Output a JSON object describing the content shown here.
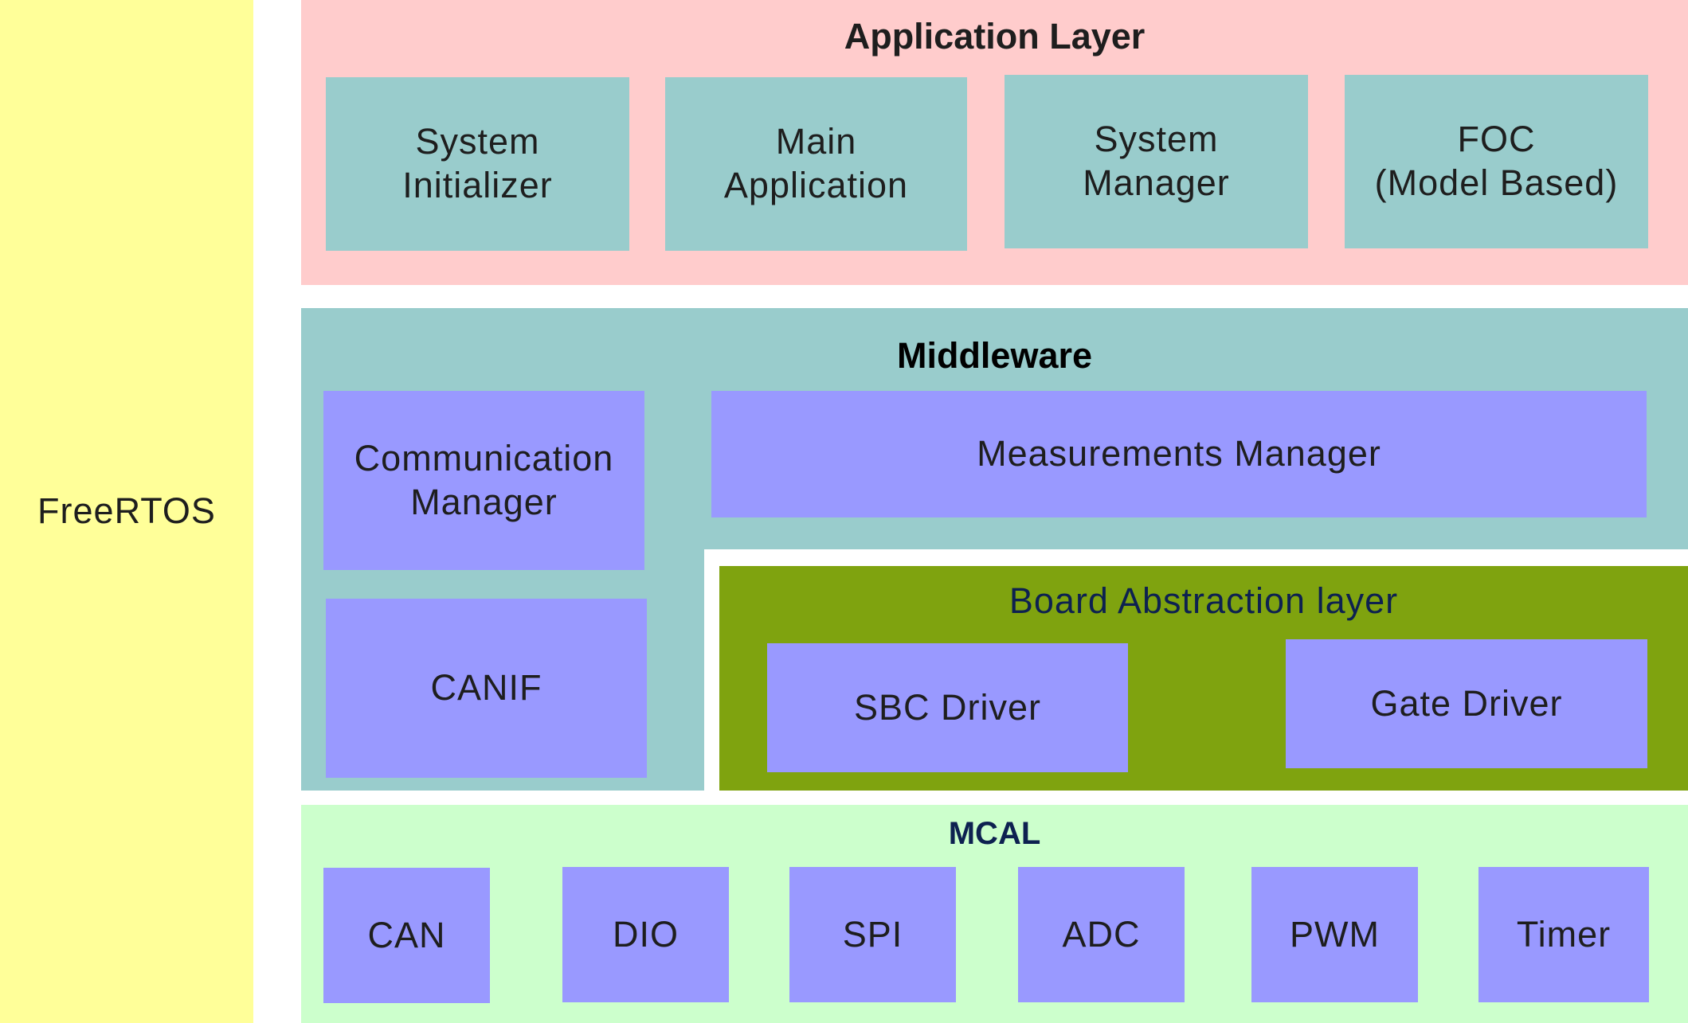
{
  "os": {
    "label": "FreeRTOS"
  },
  "application_layer": {
    "title": "Application Layer",
    "modules": [
      {
        "line1": "System",
        "line2": "Initializer"
      },
      {
        "line1": "Main",
        "line2": "Application"
      },
      {
        "line1": "System",
        "line2": "Manager"
      },
      {
        "line1": "FOC",
        "line2": "(Model Based)"
      }
    ]
  },
  "middleware": {
    "title": "Middleware",
    "communication_manager": {
      "line1": "Communication",
      "line2": "Manager"
    },
    "canif": "CANIF",
    "measurements_manager": "Measurements Manager"
  },
  "board_abstraction": {
    "title": "Board Abstraction layer",
    "sbc_driver": "SBC Driver",
    "gate_driver": "Gate Driver"
  },
  "mcal": {
    "title": "MCAL",
    "modules": [
      "CAN",
      "DIO",
      "SPI",
      "ADC",
      "PWM",
      "Timer"
    ]
  },
  "colors": {
    "freertos": "#ffff99",
    "application_layer": "#ffcccc",
    "middleware": "#99cccc",
    "board_abstraction": "#7fa30f",
    "mcal": "#ccffcc",
    "module": "#9999ff",
    "app_module": "#99cccc",
    "dark_text": "#0d2150"
  }
}
